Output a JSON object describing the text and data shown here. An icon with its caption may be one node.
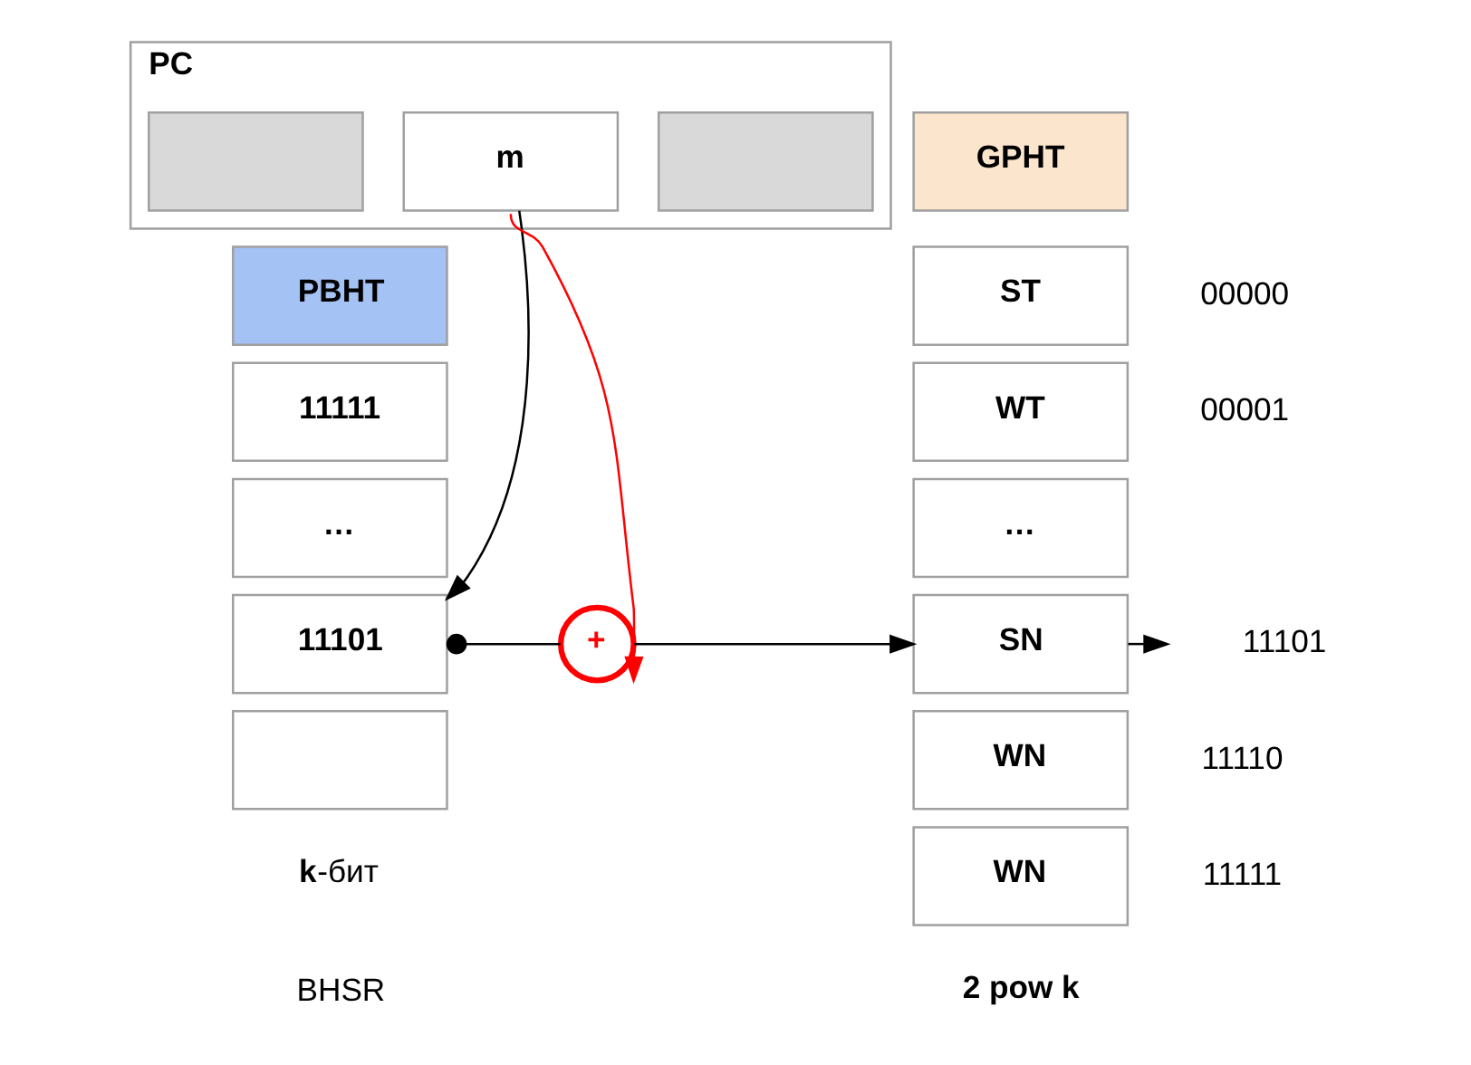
{
  "diagram": {
    "nodes": [
      {
        "text": [
          "PC"
        ]
      },
      {
        "text": [],
        "shape": "box",
        "in": 0
      },
      {
        "text": [
          "m"
        ],
        "in": 0
      },
      {
        "text": [],
        "shape": "box",
        "in": 0
      },
      {
        "text": [
          "PBHT"
        ]
      },
      {
        "text": [
          "11111"
        ]
      },
      {
        "text": [
          "…"
        ]
      },
      {
        "text": [
          "11101"
        ]
      },
      {
        "text": [],
        "shape": "box",
        "beside": [
          "**k**-бит"
        ]
      },
      {
        "text": [
          "+"
        ]
      },
      {
        "text": [
          "GPHT"
        ]
      },
      {
        "text": [
          "ST"
        ],
        "beside": [
          "00000"
        ]
      },
      {
        "text": [
          "WT"
        ],
        "beside": [
          "00001"
        ]
      },
      {
        "text": [
          "…"
        ]
      },
      {
        "text": [
          "SN"
        ],
        "beside": [
          "11101"
        ]
      },
      {
        "text": [
          "WN"
        ],
        "beside": [
          "11110"
        ]
      },
      {
        "text": [
          "WN"
        ],
        "beside": [
          "11111"
        ]
      }
    ],
    "edges": [
      {
        "from": 2,
        "to": 7,
        "arrow": "to"
      },
      {
        "from": 2,
        "to": 9,
        "arrow": "to",
        "color": "#ff0000"
      },
      {
        "from": 7,
        "to": 9,
        "arrow": "other"
      },
      {
        "from": 9,
        "to": 14,
        "arrow": "to"
      },
      {
        "from": 14,
        "to": null,
        "arrow": "to"
      }
    ],
    "labels": [
      "2 pow k",
      "BHSR"
    ]
  }
}
